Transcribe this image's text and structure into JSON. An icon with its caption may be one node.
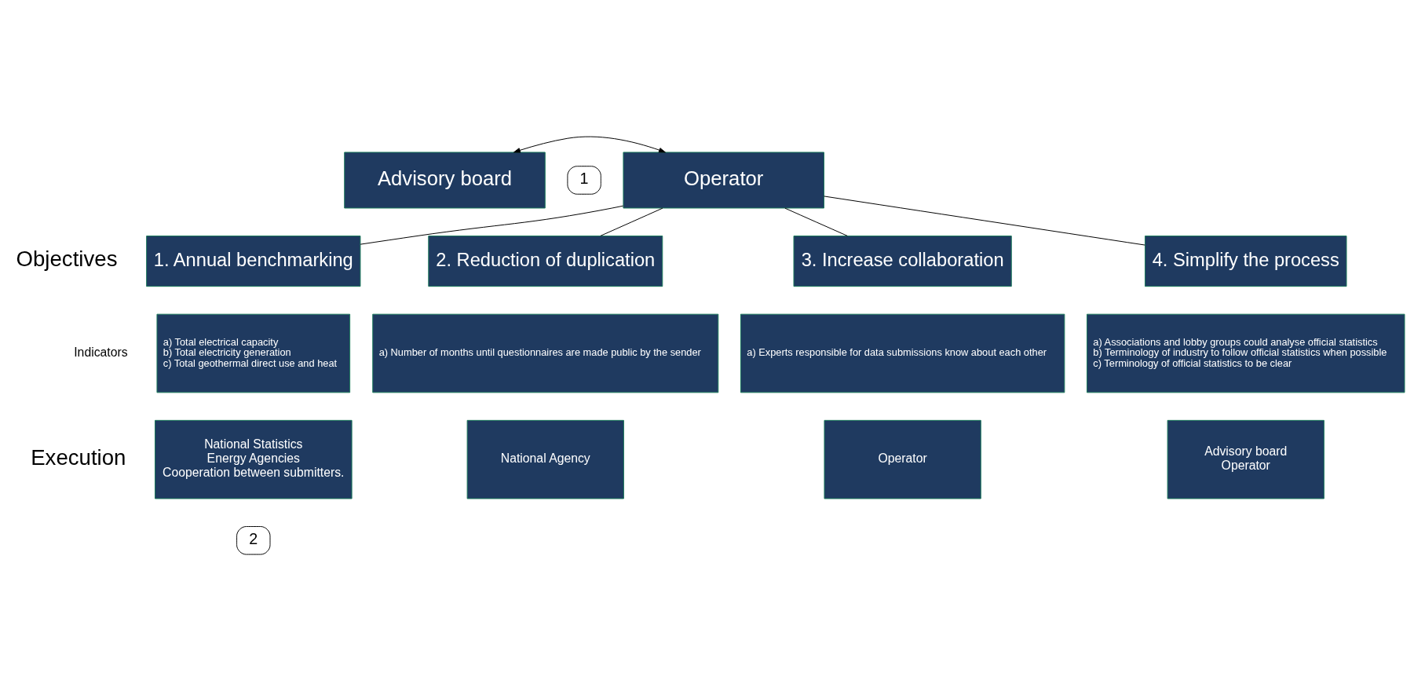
{
  "diagram": {
    "nodes": [
      {
        "text": [
          "Advisory board"
        ]
      },
      {
        "text": [
          "Operator"
        ]
      },
      {
        "text": [
          "1. Annual benchmarking"
        ]
      },
      {
        "text": [
          "2. Reduction of duplication"
        ]
      },
      {
        "text": [
          "3. Increase collaboration"
        ]
      },
      {
        "text": [
          "4. Simplify the process"
        ]
      },
      {
        "text": [
          "a) Total electrical capacity",
          "b) Total electricity generation",
          "c) Total geothermal direct use and heat"
        ]
      },
      {
        "text": [
          "a) Number of months until questionnaires are made public by the sender"
        ]
      },
      {
        "text": [
          "a) Experts responsible for data submissions know about each other"
        ]
      },
      {
        "text": [
          "a) Associations and lobby groups could analyse official statistics",
          "b) Terminology of industry to follow official statistics when possible",
          "c) Terminology of official statistics to be clear"
        ]
      },
      {
        "text": [
          "National Statistics",
          "Energy Agencies",
          "Cooperation between submitters."
        ]
      },
      {
        "text": [
          "National Agency"
        ]
      },
      {
        "text": [
          "Operator"
        ]
      },
      {
        "text": [
          "Advisory board",
          "Operator"
        ]
      },
      {
        "text": [
          "1"
        ]
      },
      {
        "text": [
          "2"
        ]
      }
    ],
    "edges": [
      {
        "from": 0,
        "to": 1,
        "arrow": "both"
      },
      {
        "from": 1,
        "to": 2,
        "arrow": "none"
      },
      {
        "from": 1,
        "to": 3,
        "arrow": "none"
      },
      {
        "from": 1,
        "to": 4,
        "arrow": "none"
      },
      {
        "from": 1,
        "to": 5,
        "arrow": "none"
      }
    ],
    "labels": [
      "Objectives",
      "Indicators",
      "Execution"
    ]
  }
}
